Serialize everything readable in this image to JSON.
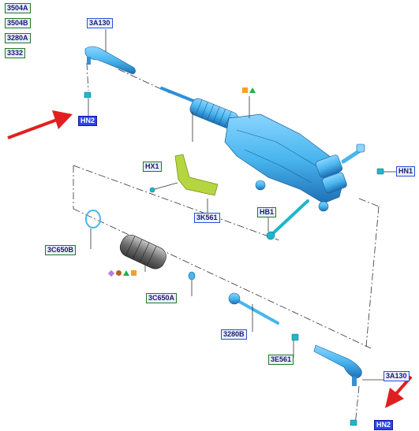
{
  "legend": [
    {
      "symbol": "square-orange",
      "code": "3504A"
    },
    {
      "symbol": "triangle-green",
      "code": "3504B"
    },
    {
      "symbol": "circle-brown",
      "code": "3280A"
    },
    {
      "symbol": "diamond-purple",
      "code": "3332"
    }
  ],
  "legend_equals": "=",
  "parts": {
    "tie_rod_end_upper": "3A130",
    "nut_upper": "HN2",
    "bracket": "3K561",
    "bracket_fastener": "HX1",
    "rack_fastener_right": "HN1",
    "mount_bolt": "HB1",
    "clamp_ring": "3C650B",
    "boot": "3C650A",
    "inner_tie_rod": "3280B",
    "jam_nut": "3E561",
    "tie_rod_end_lower": "3A130",
    "nut_lower": "HN2"
  },
  "colors": {
    "part_blue": "#49b6ee",
    "part_dark": "#1f6fb5",
    "bracket_green": "#b6d641",
    "bolt_teal": "#1fb6c9",
    "arrow_red": "#e02020",
    "legend_square": "#f7a21b",
    "legend_triangle": "#22b14c",
    "legend_circle": "#b5651d",
    "legend_diamond": "#b57edc"
  }
}
